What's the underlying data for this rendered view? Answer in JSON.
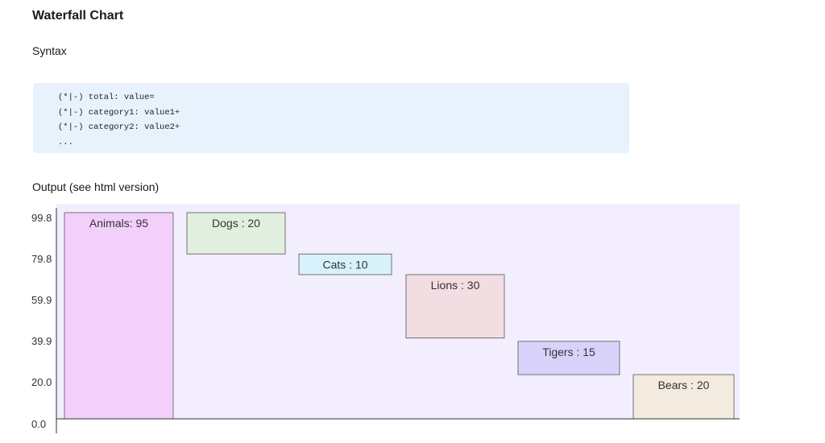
{
  "page": {
    "title": "Waterfall Chart",
    "syntax_label": "Syntax",
    "code_lines": [
      "(*|-) total: value=",
      "(*|-) category1: value1+",
      "(*|-) category2: value2+",
      "..."
    ],
    "output_label": "Output (see html version)"
  },
  "chart_data": {
    "type": "bar",
    "subtype": "waterfall",
    "yticks": [
      "99.8",
      "79.8",
      "59.9",
      "39.9",
      "20.0",
      "0.0"
    ],
    "ylim": [
      0,
      99.8
    ],
    "grid": false,
    "plot_background": "#f3eefd",
    "bars": [
      {
        "label": "Animals: 95",
        "start": 0,
        "end": 99.8,
        "color": "#f2d0fb"
      },
      {
        "label": "Dogs : 20",
        "start": 79.8,
        "end": 99.8,
        "color": "#e1efdf"
      },
      {
        "label": "Cats : 10",
        "start": 69.8,
        "end": 79.8,
        "color": "#d8f1fb"
      },
      {
        "label": "Lions : 30",
        "start": 39.1,
        "end": 69.8,
        "color": "#f2dde2"
      },
      {
        "label": "Tigers : 15",
        "start": 21.4,
        "end": 37.5,
        "color": "#d9d3fb"
      },
      {
        "label": "Bears : 20",
        "start": 0,
        "end": 21.4,
        "color": "#f3ebdf"
      }
    ]
  }
}
